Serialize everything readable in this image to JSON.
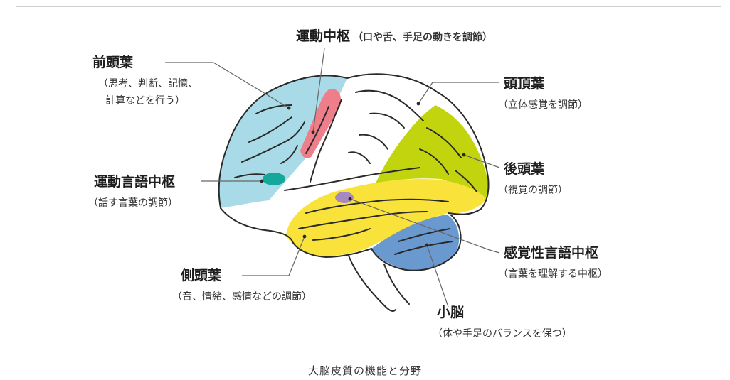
{
  "regions": {
    "motor_cortex": {
      "title": "運動中枢",
      "note": "（口や舌、手足の動きを調節）"
    },
    "frontal_lobe": {
      "title": "前頭葉",
      "note_line1": "（思考、判断、記憶、",
      "note_line2": "計算などを行う）"
    },
    "parietal_lobe": {
      "title": "頭頂葉",
      "note": "（立体感覚を調節）"
    },
    "occipital_lobe": {
      "title": "後頭葉",
      "note": "（視覚の調節）"
    },
    "motor_speech": {
      "title": "運動言語中枢",
      "note": "（話す言葉の調節）"
    },
    "sensory_speech": {
      "title": "感覚性言語中枢",
      "note": "（言葉を理解する中枢）"
    },
    "temporal_lobe": {
      "title": "側頭葉",
      "note": "（音、情緒、感情などの調節）"
    },
    "cerebellum": {
      "title": "小脳",
      "note": "（体や手足のバランスを保つ）"
    }
  },
  "caption": "大脳皮質の機能と分野",
  "colors": {
    "frontal": "#a8dbe7",
    "motor": "#ee7f8a",
    "parietal": "#ffffff",
    "occipital": "#c2d40e",
    "temporal": "#f9e33b",
    "cerebellum": "#6a99d0",
    "motor_speech_spot": "#14a79c",
    "sensory_speech_spot": "#a789c2",
    "outline": "#2a2a2a",
    "leader": "#666666"
  }
}
